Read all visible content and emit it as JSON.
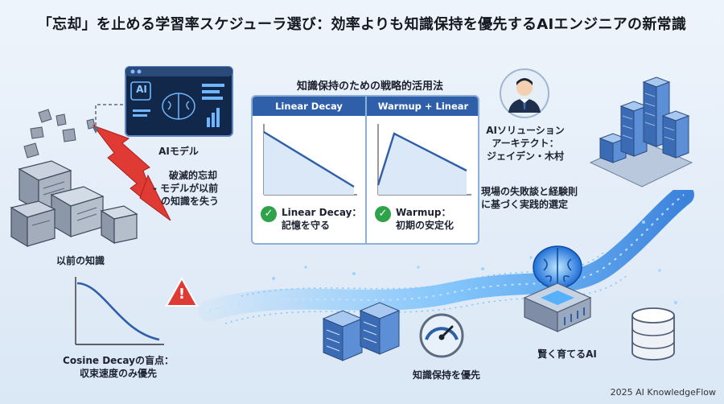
{
  "title": "「忘却」を止める学習率スケジューラ選び：効率よりも知識保持を優先するAIエンジニアの新常識",
  "ai_model": {
    "screen_text": "AI",
    "label": "AIモデル"
  },
  "forgetting": {
    "line1": "破滅的忘却",
    "line2": "- モデルが以前",
    "line3": "の知識を失う"
  },
  "prior_knowledge_label": "以前の知識",
  "strategy": {
    "heading": "知識保持のための戦略的活用法",
    "left": {
      "header": "Linear Decay",
      "line1": "Linear Decay：",
      "line2": "記憶を守る"
    },
    "right": {
      "header": "Warmup + Linear Decay",
      "line1": "Warmup：",
      "line2": "初期の安定化"
    }
  },
  "architect": {
    "line1": "AIソリューション",
    "line2": "アーキテクト：",
    "line3": "ジェイデン・木村"
  },
  "practice": {
    "line1": "現場の失敗談と経験則",
    "line2": "に基づく実践的選定"
  },
  "cosine": {
    "line1": "Cosine Decayの盲点：",
    "line2": "収束速度のみ優先"
  },
  "warning_symbol": "!",
  "retention_label": "知識保持を優先",
  "wise_ai_label": "賢く育てるAI",
  "footer": "2025 AI KnowledgeFlow",
  "colors": {
    "accent": "#2f5fa8",
    "danger": "#e03a35",
    "check": "#2fa34a",
    "glow": "#3aa8ff"
  }
}
